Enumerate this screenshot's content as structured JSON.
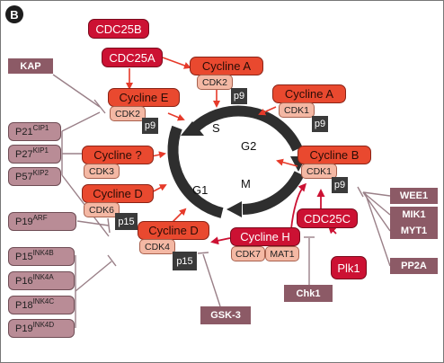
{
  "panel": {
    "letter": "B"
  },
  "phases": {
    "s": "S",
    "g2": "G2",
    "m": "M",
    "g1": "G1"
  },
  "cyclins": {
    "cycline_a_s": "Cycline A",
    "cycline_a_g2": "Cycline A",
    "cycline_e": "Cycline E",
    "cycline_unknown": "Cycline ?",
    "cycline_d_upper": "Cycline D",
    "cycline_d_lower": "Cycline D",
    "cycline_b": "Cycline B",
    "cycline_h": "Cycline H"
  },
  "cdks": {
    "cdk2_a": "CDK2",
    "cdk1_a": "CDK1",
    "cdk2_e": "CDK2",
    "cdk3": "CDK3",
    "cdk6": "CDK6",
    "cdk4": "CDK4",
    "cdk1_b": "CDK1",
    "cdk7": "CDK7",
    "mat1": "MAT1"
  },
  "p9": "p9",
  "p15": "p15",
  "regulators": {
    "cdc25b": "CDC25B",
    "cdc25a": "CDC25A",
    "cdc25c": "CDC25C",
    "plk1": "Plk1"
  },
  "kinases": {
    "kap": "KAP",
    "wee1": "WEE1",
    "mik1": "MIK1",
    "myt1": "MYT1",
    "pp2a": "PP2A",
    "chk1": "Chk1",
    "gsk3": "GSK-3"
  },
  "inhibitors": [
    {
      "base": "P21",
      "sup": "CIP1"
    },
    {
      "base": "P27",
      "sup": "KIP1"
    },
    {
      "base": "P57",
      "sup": "KIP2"
    },
    {
      "base": "P19",
      "sup": "ARF"
    },
    {
      "base": "P15",
      "sup": "INK4B"
    },
    {
      "base": "P16",
      "sup": "INK4A"
    },
    {
      "base": "P18",
      "sup": "INK4C"
    },
    {
      "base": "P19",
      "sup": "INK4D"
    }
  ],
  "colors": {
    "cyclin": "#e9492f",
    "cdk": "#f4b8a4",
    "activator": "#cc1133",
    "kinase": "#8c5a66",
    "inhibitor": "#b98c96",
    "subunit": "#3a3a3a",
    "cycle_arrow": "#2e2e2e"
  }
}
